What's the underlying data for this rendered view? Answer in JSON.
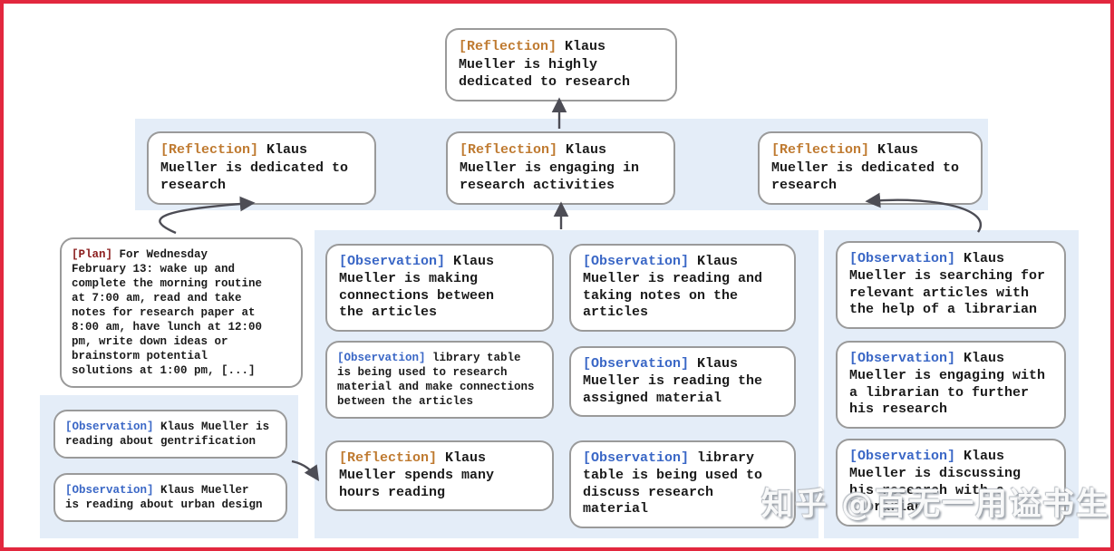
{
  "colors": {
    "frame": "#e2273e",
    "panel_bg": "#e4edf8",
    "node_border": "#9a9a9a",
    "arrow": "#4d4d55",
    "text": "#1b1b1b",
    "reflection_tag": "#bf7a30",
    "plan_tag": "#8b1d1d",
    "observation_tag": "#3a67c6"
  },
  "nodes": {
    "root": {
      "tag": "[Reflection]",
      "text": "Klaus\nMueller is highly\ndedicated to research"
    },
    "ref_left": {
      "tag": "[Reflection]",
      "text": "Klaus\nMueller is dedicated to\nresearch"
    },
    "ref_mid": {
      "tag": "[Reflection]",
      "text": "Klaus\nMueller is engaging in\nresearch activities"
    },
    "ref_right": {
      "tag": "[Reflection]",
      "text": "Klaus\nMueller is dedicated to\nresearch"
    },
    "plan": {
      "tag": "[Plan]",
      "text": "For Wednesday\nFebruary 13: wake up and\ncomplete the morning routine\nat 7:00 am, read and take\nnotes for research paper at\n8:00 am, have lunch at 12:00\npm, write down ideas or\nbrainstorm potential\nsolutions at 1:00 pm, [...]"
    },
    "obs_gentrification": {
      "tag": "[Observation]",
      "text": "Klaus Mueller is\nreading about gentrification"
    },
    "obs_urban_design": {
      "tag": "[Observation]",
      "text": "Klaus Mueller\nis reading about urban design"
    },
    "obs_connections": {
      "tag": "[Observation]",
      "text": "Klaus\nMueller is making\nconnections between\nthe articles"
    },
    "obs_library_research": {
      "tag": "[Observation]",
      "text": "library table\nis being used to research\nmaterial and make connections\nbetween the articles"
    },
    "ref_hours_reading": {
      "tag": "[Reflection]",
      "text": "Klaus\nMueller spends many\nhours reading"
    },
    "obs_taking_notes": {
      "tag": "[Observation]",
      "text": "Klaus\nMueller is reading and\ntaking notes on the\narticles"
    },
    "obs_assigned_material": {
      "tag": "[Observation]",
      "text": "Klaus\nMueller is reading the\nassigned material"
    },
    "obs_library_discuss": {
      "tag": "[Observation]",
      "text": "library\ntable is being used to\ndiscuss research material"
    },
    "obs_searching_articles": {
      "tag": "[Observation]",
      "text": "Klaus\nMueller is searching for\nrelevant articles with\nthe help of a librarian"
    },
    "obs_engaging_librarian": {
      "tag": "[Observation]",
      "text": "Klaus\nMueller is engaging with\na librarian to further\nhis research"
    },
    "obs_discussing_librarian": {
      "tag": "[Observation]",
      "text": "Klaus\nMueller is discussing\nhis research with a\nlibrarian"
    }
  },
  "watermark": {
    "text": "知乎 @百无一用谥书生"
  }
}
